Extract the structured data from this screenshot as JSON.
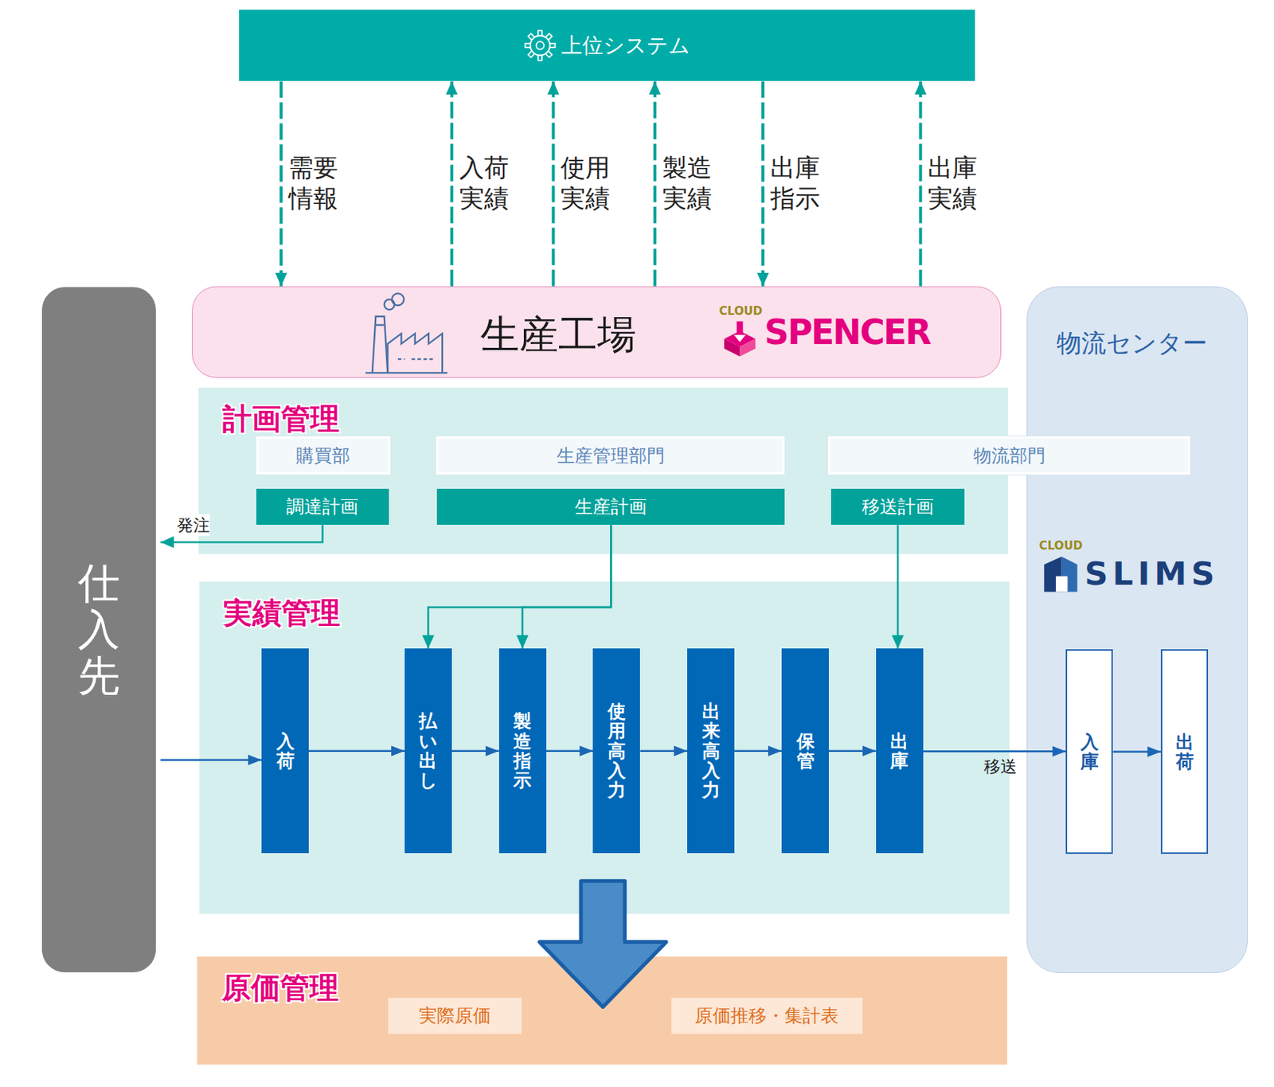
{
  "diagram": {
    "nodes": [
      {
        "text": [
          "上位システム"
        ]
      },
      {
        "text": [
          "生産工場",
          "CLOUD",
          "SPENCER"
        ]
      },
      {
        "text": [
          "物流センター",
          "CLOUD",
          "SLIMS"
        ]
      },
      {
        "text": [
          "仕入先"
        ]
      },
      {
        "text": [
          "計画管理"
        ]
      },
      {
        "text": [
          "購買部"
        ],
        "in": 4
      },
      {
        "text": [
          "生産管理部門"
        ],
        "in": 4
      },
      {
        "text": [
          "物流部門"
        ],
        "in": 4
      },
      {
        "text": [
          "調達計画"
        ],
        "in": 4
      },
      {
        "text": [
          "生産計画"
        ],
        "in": 4
      },
      {
        "text": [
          "移送計画"
        ],
        "in": 4
      },
      {
        "text": [
          "実績管理"
        ]
      },
      {
        "text": [
          "入荷"
        ],
        "in": 11
      },
      {
        "text": [
          "払い出し"
        ],
        "in": 11
      },
      {
        "text": [
          "製造指示"
        ],
        "in": 11
      },
      {
        "text": [
          "使用高入力"
        ],
        "in": 11
      },
      {
        "text": [
          "出来高入力"
        ],
        "in": 11
      },
      {
        "text": [
          "保管"
        ],
        "in": 11
      },
      {
        "text": [
          "出庫"
        ],
        "in": 11
      },
      {
        "text": [
          "入庫"
        ],
        "in": 2
      },
      {
        "text": [
          "出荷"
        ],
        "in": 2
      },
      {
        "text": [
          "原価管理"
        ]
      },
      {
        "text": [
          "実際原価"
        ],
        "in": 21
      },
      {
        "text": [
          "原価推移・集計表"
        ],
        "in": 21
      }
    ],
    "edges": [
      {
        "from": 0,
        "to": 1,
        "label": "需要 情報",
        "arrow": "to"
      },
      {
        "from": 1,
        "to": 0,
        "label": "入荷 実績",
        "arrow": "to"
      },
      {
        "from": 1,
        "to": 0,
        "label": "使用 実績",
        "arrow": "to"
      },
      {
        "from": 1,
        "to": 0,
        "label": "製造 実績",
        "arrow": "to"
      },
      {
        "from": 0,
        "to": 1,
        "label": "出庫 指示",
        "arrow": "to"
      },
      {
        "from": 1,
        "to": 0,
        "label": "出庫 実績",
        "arrow": "to"
      },
      {
        "from": 8,
        "to": 3,
        "label": "発注",
        "arrow": "to"
      },
      {
        "from": 9,
        "to": 13,
        "arrow": "to"
      },
      {
        "from": 9,
        "to": 14,
        "arrow": "to"
      },
      {
        "from": 10,
        "to": 18,
        "arrow": "to"
      },
      {
        "from": 3,
        "to": 12,
        "arrow": "to"
      },
      {
        "from": 12,
        "to": 13,
        "arrow": "to"
      },
      {
        "from": 13,
        "to": 14,
        "arrow": "to"
      },
      {
        "from": 14,
        "to": 15,
        "arrow": "to"
      },
      {
        "from": 15,
        "to": 16,
        "arrow": "to"
      },
      {
        "from": 16,
        "to": 17,
        "arrow": "to"
      },
      {
        "from": 17,
        "to": 18,
        "arrow": "to"
      },
      {
        "from": 18,
        "to": 19,
        "label": "移送",
        "arrow": "to"
      },
      {
        "from": 19,
        "to": 20,
        "arrow": "to"
      },
      {
        "from": 11,
        "to": 21,
        "arrow": "to"
      }
    ]
  }
}
